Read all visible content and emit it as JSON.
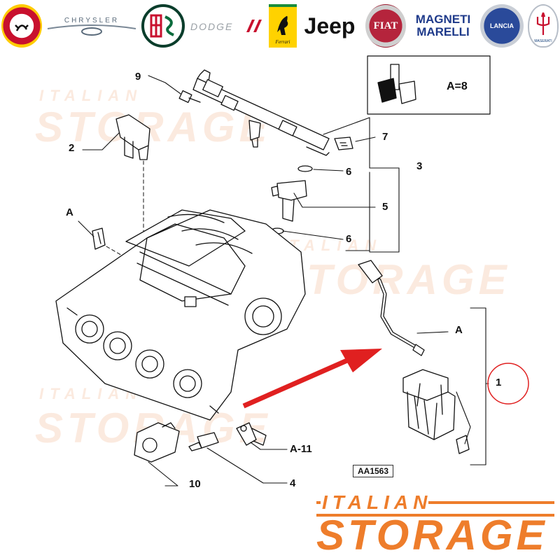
{
  "brands": [
    {
      "name": "abarth-logo",
      "text": "ABARTH",
      "color": "#c8102e"
    },
    {
      "name": "chrysler-logo",
      "text": "CHRYSLER",
      "color": "#5a6b7b"
    },
    {
      "name": "alfa-romeo-logo",
      "text": "ALFA ROMEO",
      "color": "#0a3d2b"
    },
    {
      "name": "dodge-logo",
      "text": "DODGE",
      "color": "#c8102e"
    },
    {
      "name": "ferrari-logo",
      "text": "Ferrari",
      "color": "#ffd200"
    },
    {
      "name": "jeep-logo",
      "text": "Jeep",
      "color": "#111111"
    },
    {
      "name": "fiat-logo",
      "text": "FIAT",
      "color": "#9b1b30"
    },
    {
      "name": "magneti-marelli-logo",
      "text": "MAGNETI MARELLI",
      "color": "#1e3a8a"
    },
    {
      "name": "lancia-logo",
      "text": "LANCIA",
      "color": "#1e3a8a"
    },
    {
      "name": "maserati-logo",
      "text": "MASERATI",
      "color": "#123f7a"
    }
  ],
  "callouts": {
    "c9": "9",
    "c2": "2",
    "c7": "7",
    "c3": "3",
    "c6a": "6",
    "c5": "5",
    "c6b": "6",
    "cA1": "A",
    "cA2": "A",
    "c1": "1",
    "cA11": "A-11",
    "c10": "10",
    "c4": "4"
  },
  "legend": {
    "label": "A=8"
  },
  "reference": "AA1563",
  "watermark": {
    "line1": "ITALIAN",
    "line2": "STORAGE"
  },
  "footer": {
    "line1": "ITALIAN",
    "line2": "STORAGE"
  },
  "colors": {
    "accent": "#ee7d2b",
    "arrow": "#e02020",
    "circle": "#e02020",
    "watermark": "#f9d9c6"
  }
}
